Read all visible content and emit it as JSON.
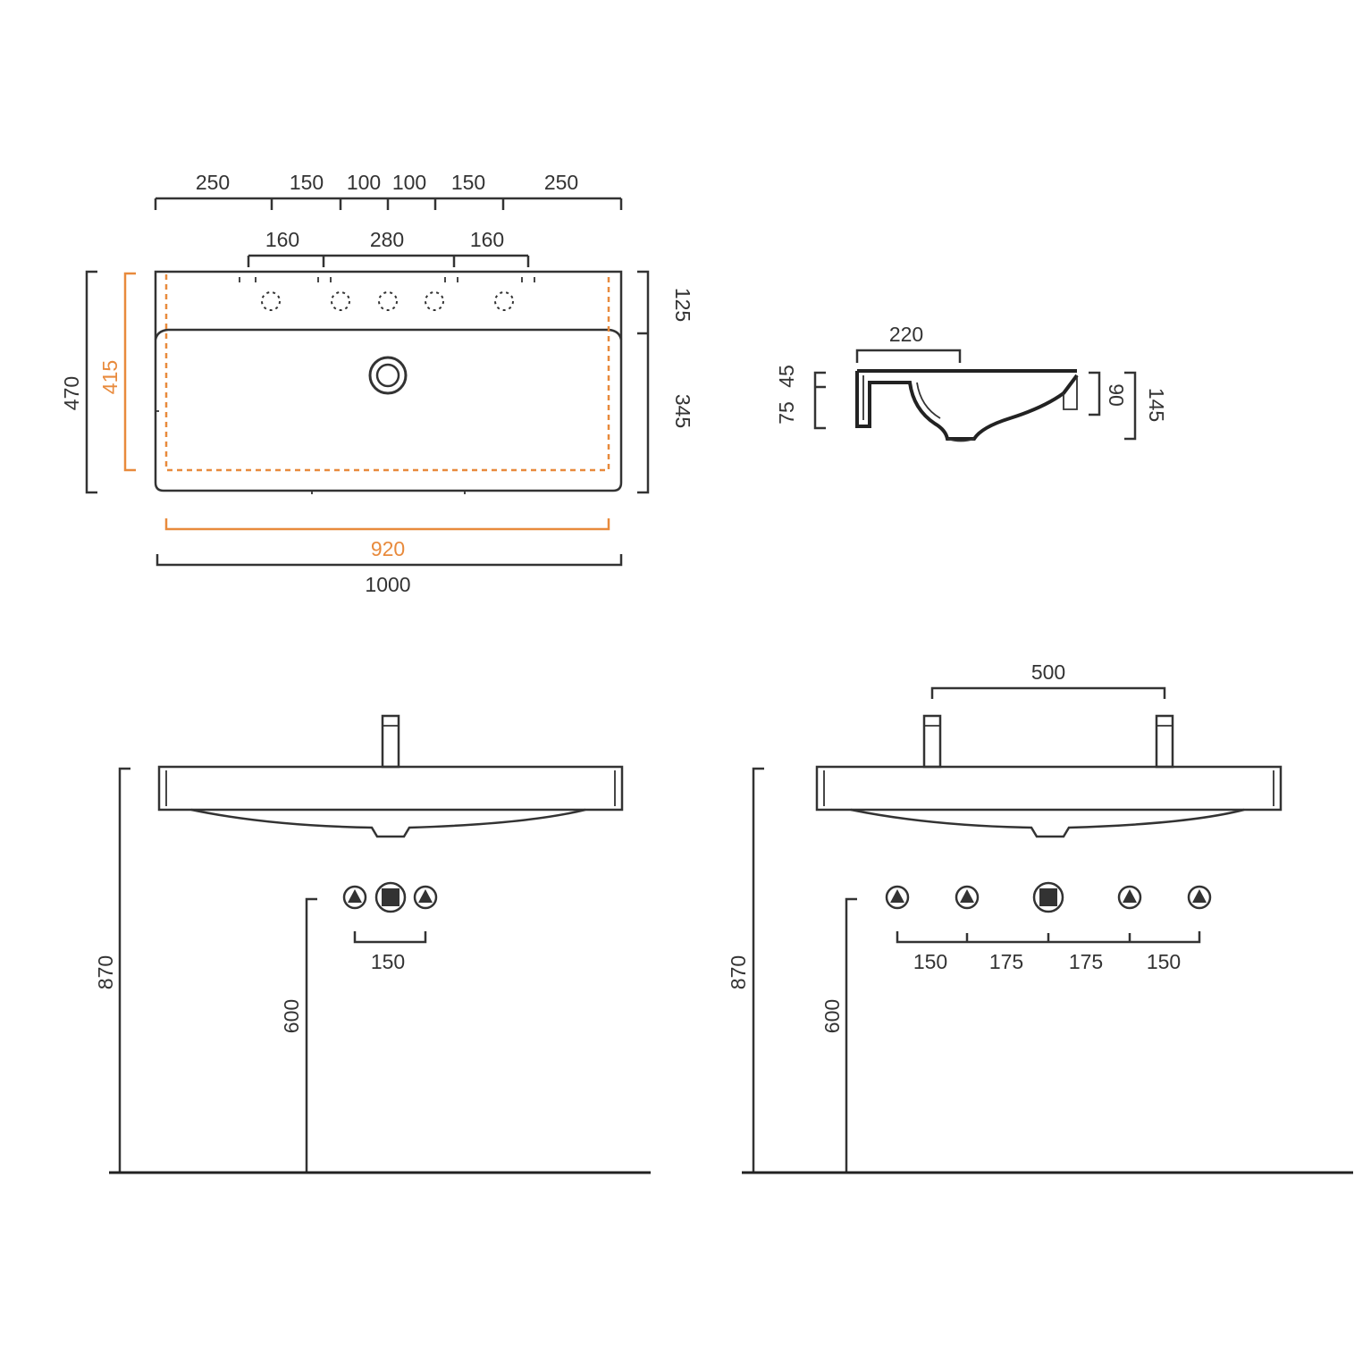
{
  "colors": {
    "line": "#333333",
    "accent": "#e88a3c",
    "background": "#ffffff"
  },
  "top_view": {
    "top_dims": [
      "250",
      "150",
      "100",
      "100",
      "150",
      "250"
    ],
    "hole_dims": [
      "160",
      "280",
      "160"
    ],
    "overall_depth": "470",
    "inner_depth": "415",
    "deck_depth": "125",
    "bowl_depth": "345",
    "inner_width": "920",
    "overall_width": "1000"
  },
  "section_view": {
    "width_dim": "220",
    "left_dim_a": "75",
    "left_dim_b": "45",
    "right_dim_a": "90",
    "right_dim_b": "145"
  },
  "single_tap_elevation": {
    "height_total": "870",
    "outlet_height": "600",
    "spacing": "150"
  },
  "double_tap_elevation": {
    "tap_spacing": "500",
    "height_total": "870",
    "outlet_height": "600",
    "spacings": [
      "150",
      "175",
      "175",
      "150"
    ]
  }
}
